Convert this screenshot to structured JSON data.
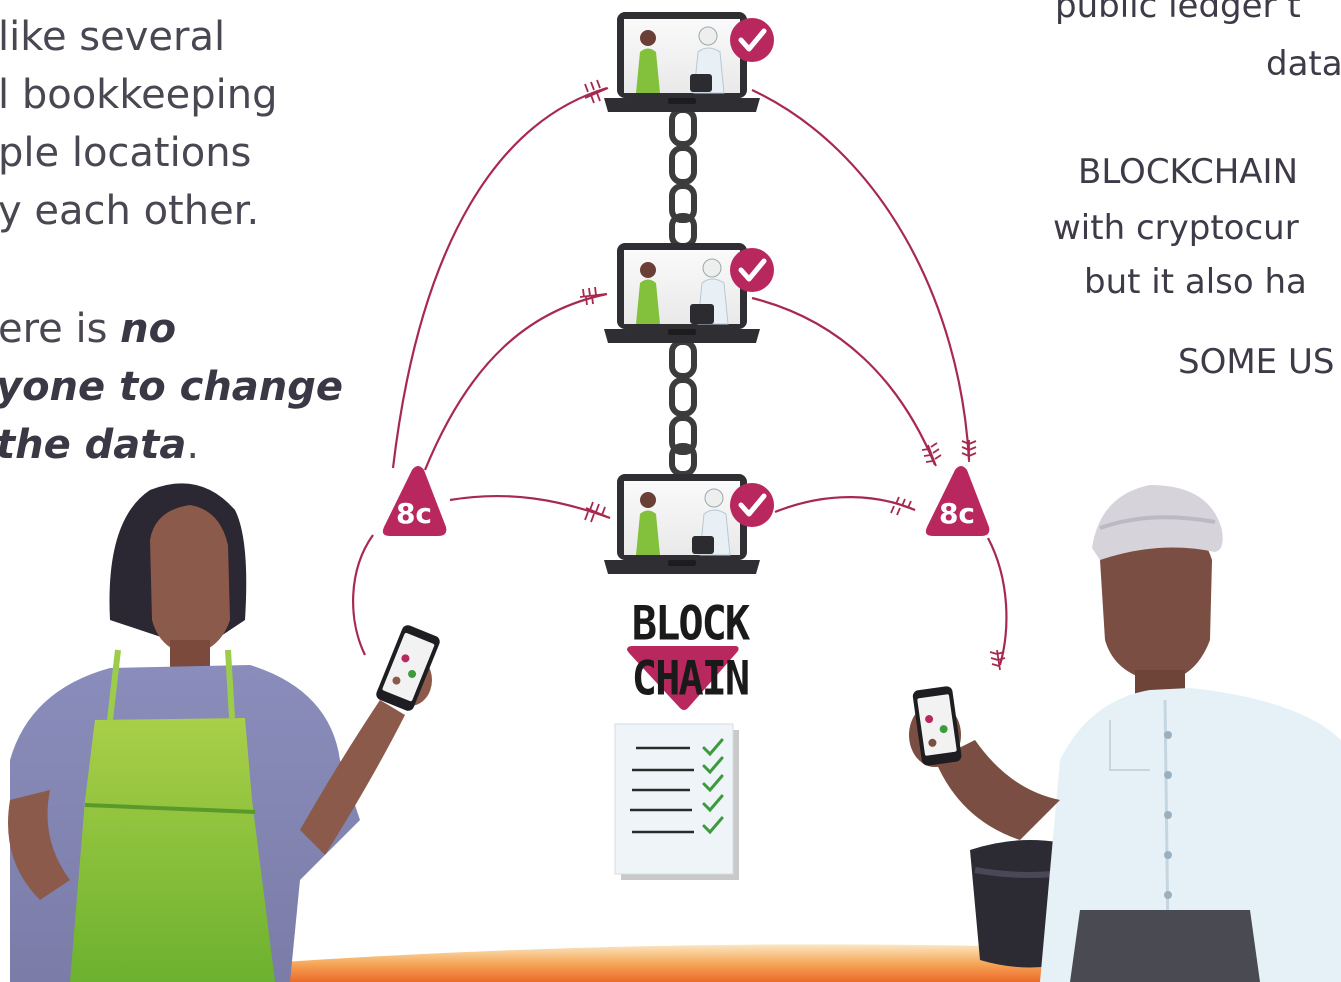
{
  "left_text": {
    "line1": " like several",
    "line2": "l bookkeeping",
    "line3": "ple locations",
    "line4": "y each other.",
    "line5_pre": "ere is ",
    "line5_em": "no",
    "line6_em": "yone to change",
    "line7_em": "the data",
    "line7_post": "."
  },
  "right_text": {
    "line1": "public ledger t",
    "line2": "data",
    "line3": "BLOCKCHAIN",
    "line4": "with cryptocur",
    "line5": "but it also ha",
    "line6": "SOME US"
  },
  "diagram": {
    "blockchain_label": "BLOCK CHAIN",
    "token_label_left": "8c",
    "token_label_right": "8c"
  },
  "colors": {
    "accent": "#b8285e",
    "arrow_line": "#a8294f",
    "chain": "#3c3c3c",
    "laptop": "#2f2f33",
    "check_green": "#3d9a3d",
    "apron": "#8cc63e",
    "shirt_left": "#7f86b5",
    "skin": "#8b5a4a",
    "shirt_right": "#e6f1f7",
    "turban": "#d6d3db",
    "ground": "#f08a3a"
  },
  "icons": {
    "check": "check-icon",
    "token": "coin-token-icon",
    "ledger": "ledger-document-icon",
    "phone": "phone-icon",
    "laptop": "laptop-icon"
  }
}
